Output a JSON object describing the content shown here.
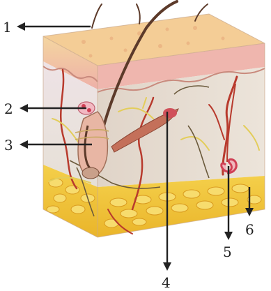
{
  "labels": {
    "l1": "1",
    "l2": "2",
    "l3": "3",
    "l4": "4",
    "l5": "5",
    "l6": "6"
  },
  "colors": {
    "epidermis_top": "#f2c98d",
    "epidermis": "#efb4ad",
    "dermis": "#e9e2d8",
    "fat": "#f1c232",
    "fat_cells": "#e8a92b",
    "hair": "#5c3a2a",
    "muscle": "#c4705a",
    "vessel_red": "#b83a2d",
    "nerve_yellow": "#e3cd5a",
    "gland_pink": "#d04055"
  }
}
